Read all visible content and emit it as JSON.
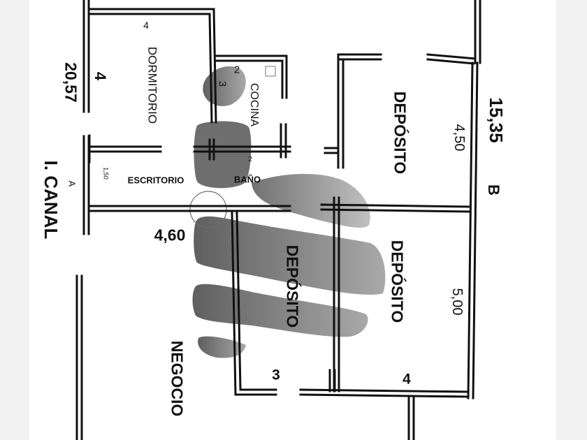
{
  "rooms": {
    "dormitorio": "DORMITORIO",
    "cocina": "COCINA",
    "escritorio": "ESCRITORIO",
    "bano": "BAÑO",
    "deposito_top": "DEPÓSITO",
    "deposito_right": "DEPÓSITO",
    "deposito_center": "DEPÓSITO",
    "negocio": "NEGOCIO"
  },
  "dimensions": {
    "left_total": "20,57",
    "right_total": "15,35",
    "dormitorio_width": "4",
    "dormitorio_num": "4",
    "cocina_a": "2",
    "cocina_b": "3",
    "bano_small": "2",
    "escritorio_small": "1,50",
    "negocio_width": "4,60",
    "deposito_top_depth": "4,50",
    "deposito_right_depth": "5,00",
    "bottom_left": "3",
    "bottom_right": "4"
  },
  "streets": {
    "canal": "I. CANAL",
    "side_a": "A",
    "side_b": "B"
  },
  "colors": {
    "wall": "#111111",
    "shade": "#555555",
    "background": "#ffffff"
  }
}
